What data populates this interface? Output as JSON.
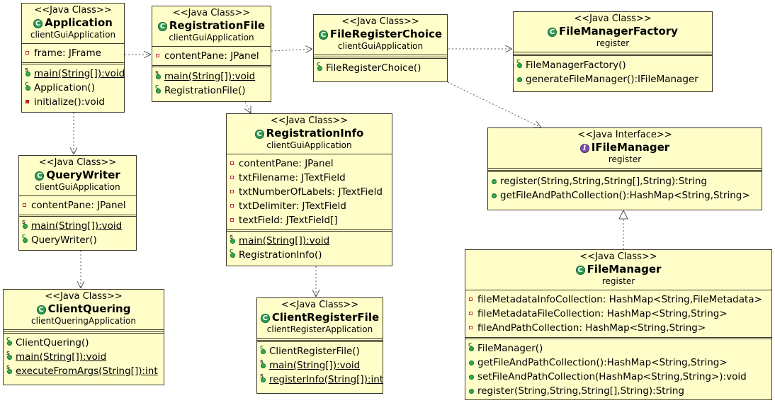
{
  "classes": {
    "application": {
      "stereotype": "<<Java Class>>",
      "name": "Application",
      "package": "clientGuiApplication",
      "fields": [
        "frame: JFrame"
      ],
      "methods": [
        "main(String[]):void",
        "Application()",
        "initialize():void"
      ]
    },
    "registrationFile": {
      "stereotype": "<<Java Class>>",
      "name": "RegistrationFile",
      "package": "clientGuiApplication",
      "fields": [
        "contentPane: JPanel"
      ],
      "methods": [
        "main(String[]):void",
        "RegistrationFile()"
      ]
    },
    "fileRegisterChoice": {
      "stereotype": "<<Java Class>>",
      "name": "FileRegisterChoice",
      "package": "clientGuiApplication",
      "methods": [
        "FileRegisterChoice()"
      ]
    },
    "fileManagerFactory": {
      "stereotype": "<<Java Class>>",
      "name": "FileManagerFactory",
      "package": "register",
      "methods": [
        "FileManagerFactory()",
        "generateFileManager():IFileManager"
      ]
    },
    "queryWriter": {
      "stereotype": "<<Java Class>>",
      "name": "QueryWriter",
      "package": "clientGuiApplication",
      "fields": [
        "contentPane: JPanel"
      ],
      "methods": [
        "main(String[]):void",
        "QueryWriter()"
      ]
    },
    "registrationInfo": {
      "stereotype": "<<Java Class>>",
      "name": "RegistrationInfo",
      "package": "clientGuiApplication",
      "fields": [
        "contentPane: JPanel",
        "txtFilename: JTextField",
        "txtNumberOfLabels: JTextField",
        "txtDelimiter: JTextField",
        "textField: JTextField[]"
      ],
      "methods": [
        "main(String[]):void",
        "RegistrationInfo()"
      ]
    },
    "iFileManager": {
      "stereotype": "<<Java Interface>>",
      "name": "IFileManager",
      "package": "register",
      "methods": [
        "register(String,String,String[],String):String",
        "getFileAndPathCollection():HashMap<String,String>"
      ]
    },
    "clientQuering": {
      "stereotype": "<<Java Class>>",
      "name": "ClientQuering",
      "package": "clientQueringApplication",
      "methods": [
        "ClientQuering()",
        "main(String[]):void",
        "executeFromArgs(String[]):int"
      ]
    },
    "clientRegisterFile": {
      "stereotype": "<<Java Class>>",
      "name": "ClientRegisterFile",
      "package": "clientRegisterApplication",
      "methods": [
        "ClientRegisterFile()",
        "main(String[]):void",
        "registerInfo(String[]):int"
      ]
    },
    "fileManager": {
      "stereotype": "<<Java Class>>",
      "name": "FileManager",
      "package": "register",
      "fields": [
        "fileMetadataInfoCollection: HashMap<String,FileMetadata>",
        "fileMetadataFileCollection: HashMap<String,String>",
        "fileAndPathCollection: HashMap<String,String>"
      ],
      "methods": [
        "FileManager()",
        "getFileAndPathCollection():HashMap<String,String>",
        "setFileAndPathCollection(HashMap<String,String>):void",
        "register(String,String,String[],String):String"
      ]
    }
  },
  "icons": {
    "class_icon": "class-c-icon",
    "interface_icon": "interface-i-icon"
  },
  "colors": {
    "box_fill": "#fffec8",
    "border": "#3a3a2a",
    "class_icon": "#2f9a52",
    "interface_icon": "#7c4fa8",
    "private": "#e03030",
    "public": "#36a852",
    "arrow": "#555555"
  }
}
